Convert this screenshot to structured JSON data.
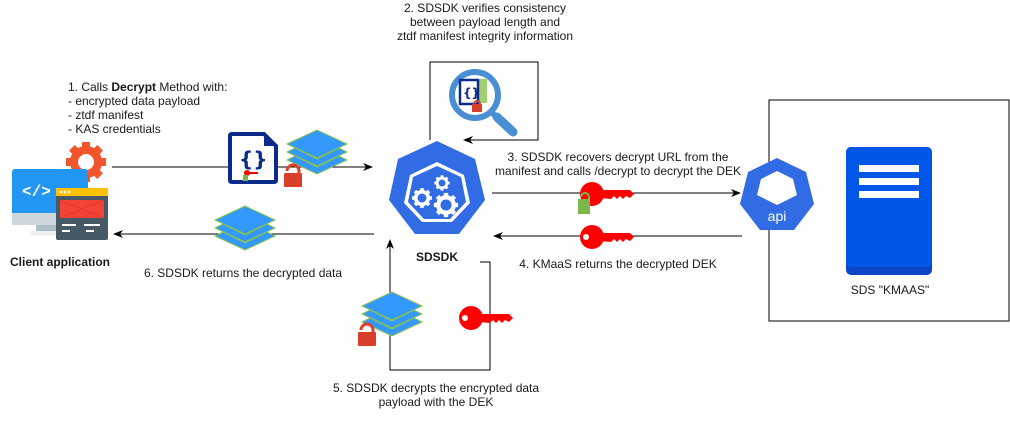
{
  "colors": {
    "kube_blue": "#326ce5",
    "layer_blue": "#3399ff",
    "key_red": "#ff0000",
    "lock_red": "#d9402b",
    "lock_green": "#7ab648",
    "doc_navy": "#0b2a8a",
    "db_blue": "#0057e7",
    "gear_orange": "#f2552c",
    "magnifier_blue": "#4a8fd4"
  },
  "nodes": {
    "client": {
      "label": "Client application",
      "icon": "client-app-icon"
    },
    "sdsdk": {
      "label": "SDSDK",
      "icon": "kubernetes-gears-icon"
    },
    "api": {
      "label": "api",
      "icon": "kubernetes-api-icon"
    },
    "kmaas": {
      "label": "SDS \"KMAAS\"",
      "icon": "database-server-icon"
    }
  },
  "steps": {
    "step1": {
      "line1_prefix": "1. Calls ",
      "line1_bold": "Decrypt",
      "line1_suffix": " Method with:",
      "items": [
        "- encrypted data payload",
        "- ztdf manifest",
        "- KAS credentials"
      ]
    },
    "step2": {
      "lines": [
        "2. SDSDK verifies consistency",
        "between payload length and",
        "ztdf manifest integrity information"
      ]
    },
    "step3": {
      "lines": [
        "3. SDSDK recovers decrypt URL from the",
        "manifest and calls /decrypt to decrypt the DEK"
      ]
    },
    "step4": {
      "lines": [
        "4. KMaaS returns the decrypted DEK"
      ]
    },
    "step5": {
      "lines": [
        "5. SDSDK decrypts the encrypted data",
        "payload with the DEK"
      ]
    },
    "step6": {
      "lines": [
        "6. SDSDK returns the decrypted data"
      ]
    }
  }
}
